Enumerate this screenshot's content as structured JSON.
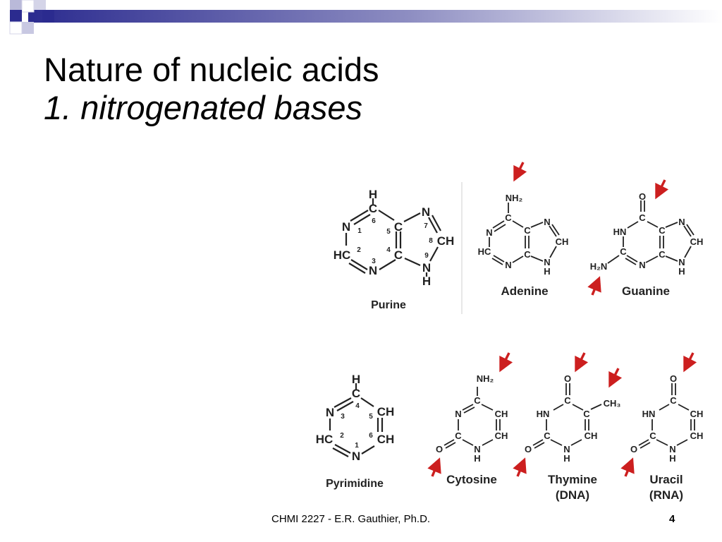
{
  "slide": {
    "title": "Nature of nucleic acids",
    "subtitle": "1. nitrogenated bases",
    "footer": "CHMI 2227 - E.R. Gauthier, Ph.D.",
    "page_number": "4"
  },
  "colors": {
    "accent": "#2b2b8f",
    "arrow": "#cc1f1f",
    "text": "#222222"
  },
  "purines": {
    "purine": {
      "label": "Purine",
      "atoms": {
        "h_top": "H",
        "c6": "C",
        "n1": "N",
        "hc2": "HC",
        "n3": "N",
        "c4": "C",
        "c5": "C",
        "n7": "N",
        "ch8": "CH",
        "n9": "N",
        "h9": "H"
      },
      "numbers": {
        "n6": "6",
        "n1": "1",
        "n2": "2",
        "n3": "3",
        "n4": "4",
        "n5": "5",
        "n7": "7",
        "n8": "8",
        "n9": "9"
      }
    },
    "adenine": {
      "label": "Adenine",
      "atoms": {
        "nh2": "NH₂",
        "c6": "C",
        "n1": "N",
        "hc2": "HC",
        "n3": "N",
        "c4": "C",
        "c5": "C",
        "n7": "N",
        "ch8": "CH",
        "n9": "N",
        "h9": "H"
      }
    },
    "guanine": {
      "label": "Guanine",
      "atoms": {
        "o": "O",
        "c6": "C",
        "hn1": "HN",
        "c2": "C",
        "n3": "N",
        "c4": "C",
        "c5": "C",
        "n7": "N",
        "ch8": "CH",
        "n9": "N",
        "h9": "H",
        "h2n": "H₂N"
      }
    }
  },
  "pyrimidines": {
    "pyrimidine": {
      "label": "Pyrimidine",
      "atoms": {
        "h_top": "H",
        "c4": "C",
        "n3": "N",
        "hc2": "HC",
        "n1": "N",
        "ch5": "CH",
        "ch6": "CH"
      },
      "numbers": {
        "n4": "4",
        "n3": "3",
        "n2": "2",
        "n1": "1",
        "n5": "5",
        "n6": "6"
      }
    },
    "cytosine": {
      "label": "Cytosine",
      "atoms": {
        "nh2": "NH₂",
        "c4": "C",
        "n3": "N",
        "c2": "C",
        "o": "O",
        "n1": "N",
        "h1": "H",
        "ch5": "CH",
        "ch6": "CH"
      }
    },
    "thymine": {
      "label": "Thymine",
      "sublabel": "(DNA)",
      "atoms": {
        "o_top": "O",
        "c4": "C",
        "hn3": "HN",
        "c2": "C",
        "o": "O",
        "n1": "N",
        "h1": "H",
        "c5": "C",
        "ch3": "CH₃",
        "ch6": "CH"
      }
    },
    "uracil": {
      "label": "Uracil",
      "sublabel": "(RNA)",
      "atoms": {
        "o_top": "O",
        "c4": "C",
        "hn3": "HN",
        "c2": "C",
        "o": "O",
        "n1": "N",
        "h1": "H",
        "ch5": "CH",
        "ch6": "CH"
      }
    }
  }
}
